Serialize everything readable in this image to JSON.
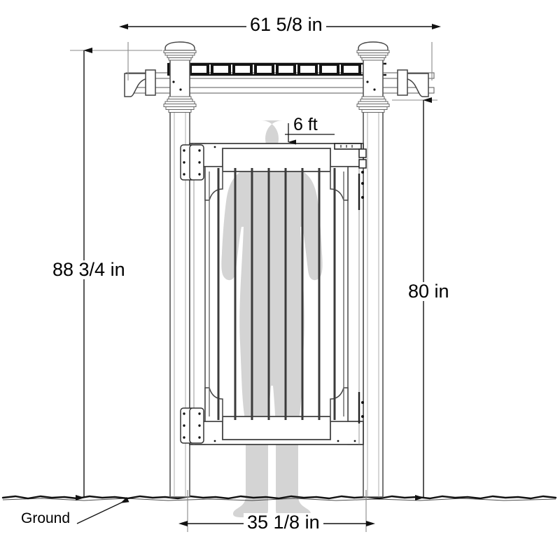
{
  "drawing": {
    "title": "Arbor Gate Elevation Dimension Drawing",
    "type": "technical-line-drawing",
    "background_color": "#ffffff",
    "line_color": "#1a1a1a",
    "silhouette_color": "#d4d4d4",
    "slot_fill_color": "#141414"
  },
  "dimensions": {
    "overall_width": "61 5/8 in",
    "overall_height": "88 3/4 in",
    "post_height": "80 in",
    "gate_width": "35 1/8 in",
    "person_height": "6 ft"
  },
  "annotations": {
    "ground_label": "Ground"
  },
  "components": {
    "pergola_top_label": "pergola-top",
    "post_left_label": "post-left",
    "post_right_label": "post-right",
    "gate_label": "gate-panel",
    "hinge_label": "gate-hinge",
    "latch_label": "gate-latch",
    "bracket_label": "decorative-bracket",
    "person_label": "human-scale-silhouette"
  },
  "counts": {
    "rafter_slots": 9,
    "gate_pickets": 7,
    "post_caps": 2,
    "hinges": 2,
    "brackets": 2
  }
}
